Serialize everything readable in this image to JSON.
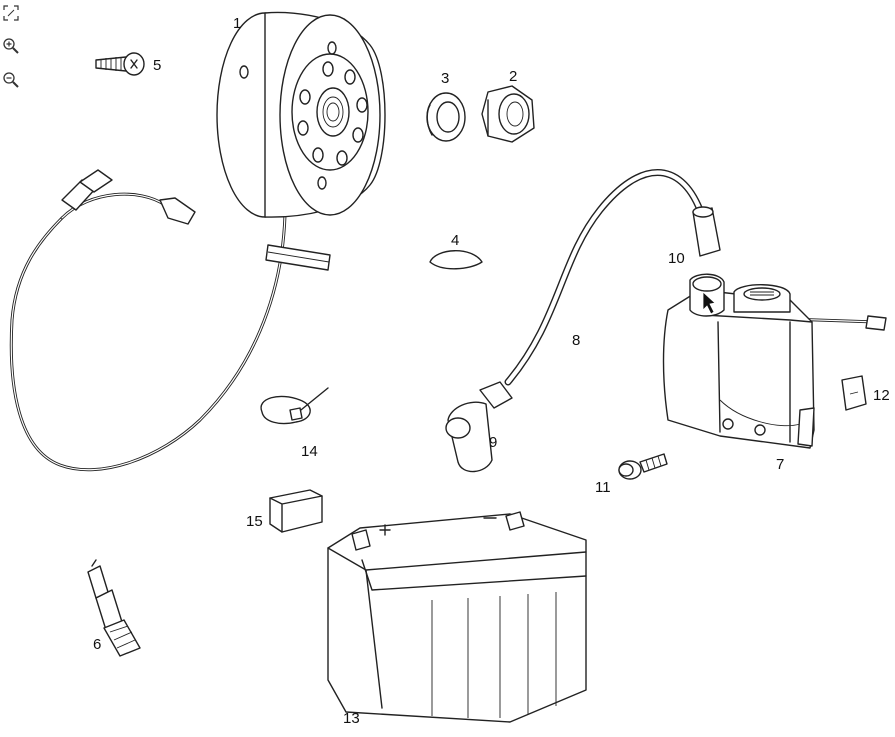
{
  "toolbar": {
    "fit_icon": "fit-screen-icon",
    "zoom_in_icon": "zoom-in-icon",
    "zoom_out_icon": "zoom-out-icon"
  },
  "callouts": [
    {
      "id": "flywheel",
      "label": "1"
    },
    {
      "id": "nut",
      "label": "2"
    },
    {
      "id": "washer",
      "label": "3"
    },
    {
      "id": "key",
      "label": "4"
    },
    {
      "id": "screw",
      "label": "5"
    },
    {
      "id": "spark-plug",
      "label": "6"
    },
    {
      "id": "ignition-coil",
      "label": "7"
    },
    {
      "id": "ht-lead",
      "label": "8"
    },
    {
      "id": "plug-cap",
      "label": "9"
    },
    {
      "id": "boot",
      "label": "10"
    },
    {
      "id": "coil-bolt",
      "label": "11"
    },
    {
      "id": "clip",
      "label": "12"
    },
    {
      "id": "battery",
      "label": "13"
    },
    {
      "id": "cable-tie",
      "label": "14"
    },
    {
      "id": "fuse",
      "label": "15"
    }
  ],
  "colors": {
    "ink": "#222222",
    "background": "#ffffff"
  }
}
